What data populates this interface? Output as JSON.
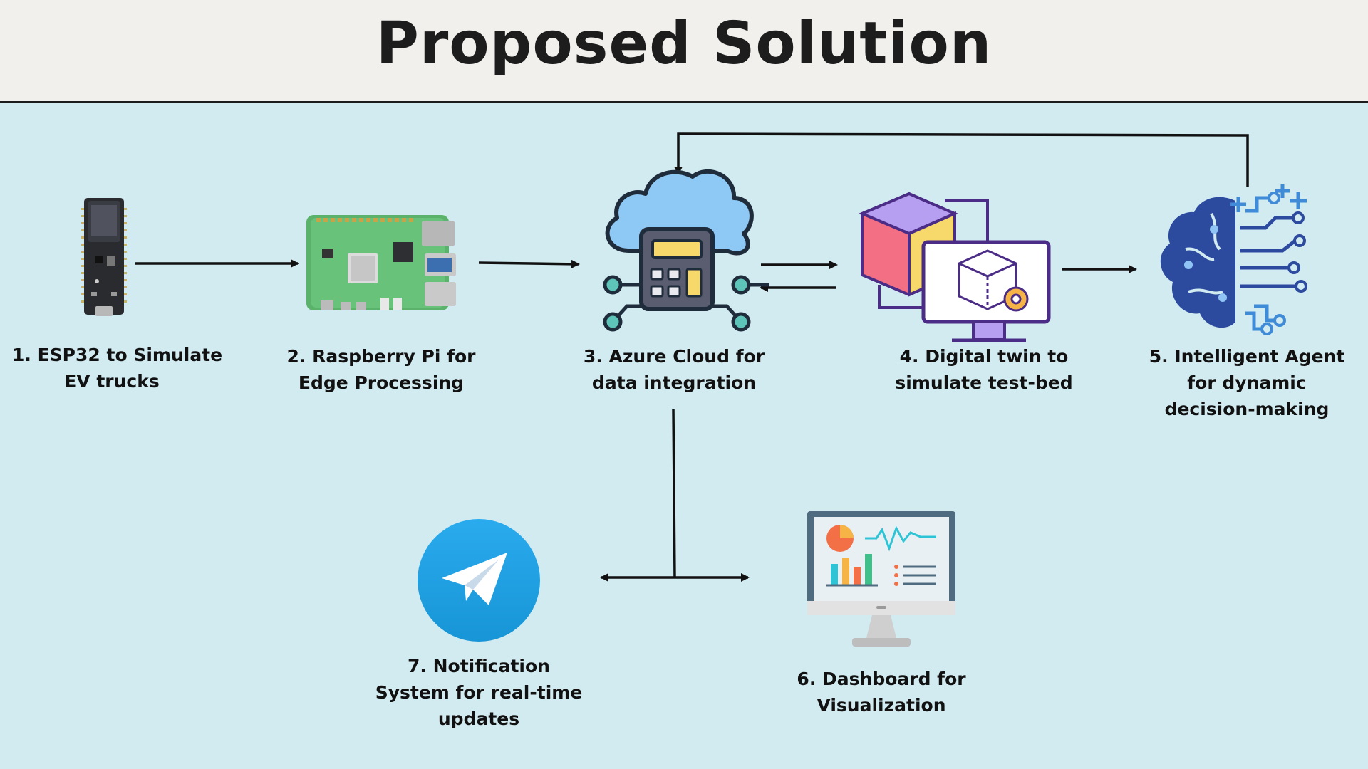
{
  "title": "Proposed Solution",
  "nodes": {
    "esp32": {
      "label_line1": "1. ESP32 to Simulate",
      "label_line2": "EV trucks"
    },
    "raspberry": {
      "label_line1": "2. Raspberry Pi for",
      "label_line2": "Edge Processing"
    },
    "azure": {
      "label_line1": "3. Azure Cloud for",
      "label_line2": "data integration"
    },
    "twin": {
      "label_line1": "4. Digital twin to",
      "label_line2": "simulate test-bed"
    },
    "agent": {
      "label_line1": "5. Intelligent Agent",
      "label_line2": "for dynamic",
      "label_line3": "decision-making"
    },
    "dashboard": {
      "label_line1": "6. Dashboard for",
      "label_line2": "Visualization"
    },
    "notification": {
      "label_line1": "7. Notification",
      "label_line2": "System for real-time",
      "label_line3": "updates"
    }
  },
  "colors": {
    "background": "#d2ebf1",
    "header": "#f2f0ed",
    "cloud": "#8ec9f5",
    "calculator": "#5a5d6f",
    "accent_yellow": "#f6d86b",
    "cube_pink": "#f36f83",
    "cube_purple": "#b69ff0",
    "brain_blue": "#2c4a9e",
    "telegram": "#1e9fdc"
  }
}
